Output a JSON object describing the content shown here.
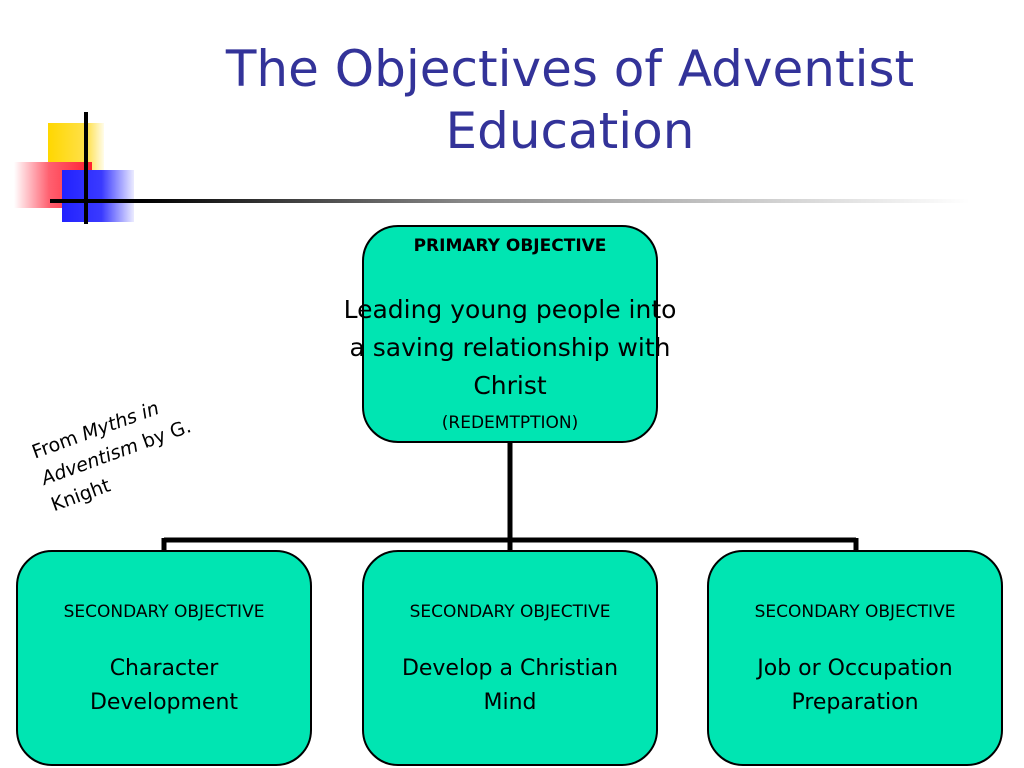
{
  "slide": {
    "title_line1": "The Objectives of Adventist",
    "title_line2": "Education"
  },
  "source": {
    "prefix": "From ",
    "book_part1": "Myths in",
    "book_part2": "Adventism",
    "suffix": " by G.",
    "author_last": "Knight"
  },
  "primary": {
    "heading": "PRIMARY OBJECTIVE",
    "line1": "Leading young people into",
    "line2": "a saving relationship with",
    "line3": "Christ",
    "sub": "(REDEMTPTION)"
  },
  "secondary": [
    {
      "heading": "SECONDARY OBJECTIVE",
      "line1": "Character",
      "line2": "Development"
    },
    {
      "heading": "SECONDARY OBJECTIVE",
      "line1": "Develop a Christian",
      "line2": "Mind"
    },
    {
      "heading": "SECONDARY OBJECTIVE",
      "line1": "Job or Occupation",
      "line2": "Preparation"
    }
  ],
  "colors": {
    "title": "#333399",
    "box_fill": "#00e5b2",
    "connector": "#000000"
  }
}
